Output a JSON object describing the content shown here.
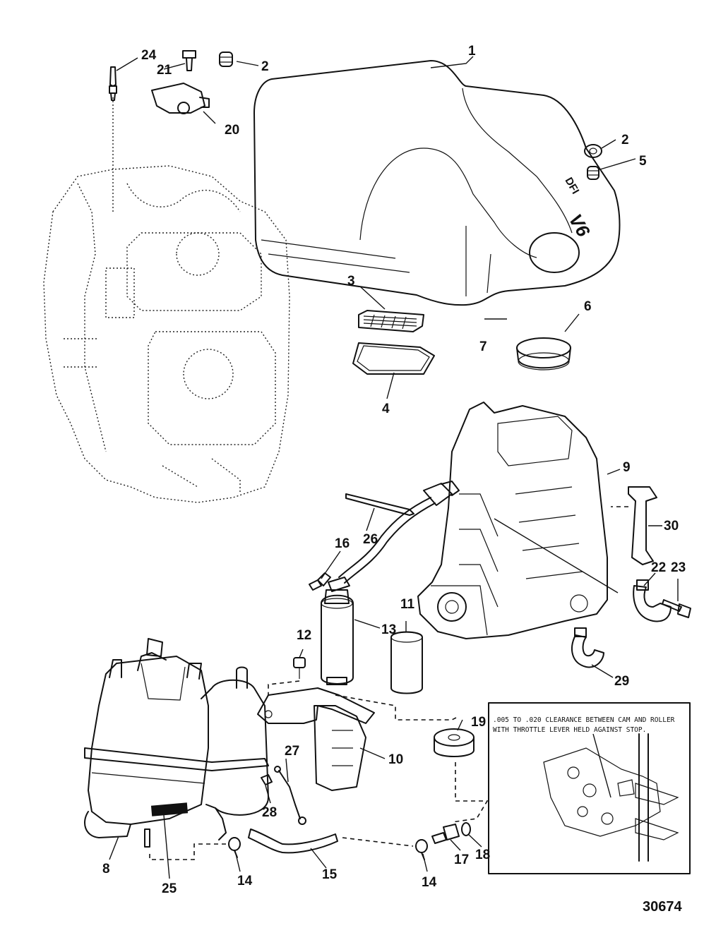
{
  "diagram": {
    "figure_number": "30674",
    "cover_label_brand": "DFI",
    "cover_label_model": "V6",
    "inset_note_line1": ".005 TO .020 CLEARANCE BETWEEN CAM AND ROLLER",
    "inset_note_line2": "WITH THROTTLE LEVER HELD AGAINST STOP."
  },
  "callouts": [
    "1",
    "2",
    "2",
    "3",
    "4",
    "5",
    "6",
    "7",
    "8",
    "9",
    "10",
    "11",
    "12",
    "13",
    "14",
    "14",
    "15",
    "16",
    "17",
    "18",
    "19",
    "20",
    "21",
    "22",
    "23",
    "24",
    "25",
    "26",
    "27",
    "28",
    "29",
    "30"
  ]
}
